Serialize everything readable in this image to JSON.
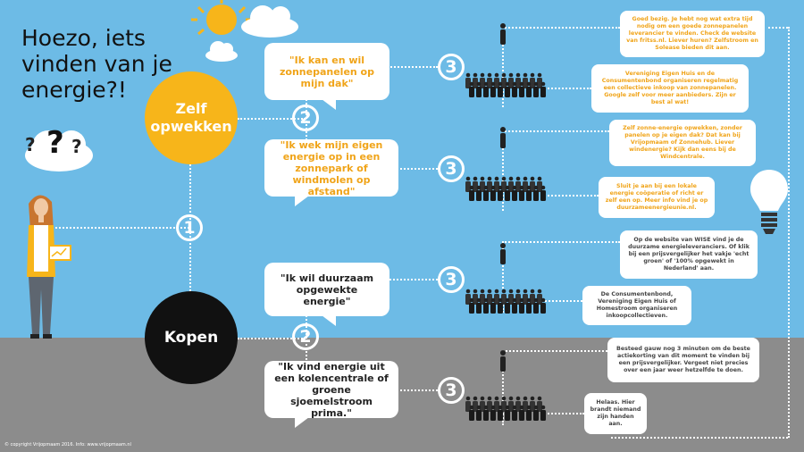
{
  "title": "Hoezo, iets vinden van je energie?!",
  "question_marks": [
    "?",
    "?",
    "?"
  ],
  "branches": {
    "zelf": "Zelf opwekken",
    "kopen": "Kopen"
  },
  "step_numbers": [
    "1",
    "2",
    "3"
  ],
  "statements": [
    "\"Ik kan en wil zonnepanelen op mijn dak\"",
    "\"Ik wek mijn eigen energie op in een zonnepark of windmolen op afstand\"",
    "\"Ik wil duurzaam opgewekte energie\"",
    "\"Ik vind energie uit een kolencentrale of groene sjoemelstroom prima.\""
  ],
  "info_boxes": [
    "Goed bezig. Je hebt nog wat extra tijd nodig om een goede zonnepanelen leverancier te vinden. Check de website van fritss.nl. Liever huren? Zelfstroom en Solease bieden dit aan.",
    "Vereniging Eigen Huis en de Consumentenbond organiseren regelmatig een collectieve inkoop van zonnepanelen. Google zelf voor meer aanbieders. Zijn er best al wat!",
    "Zelf zonne-energie opwekken, zonder panelen op je eigen dak? Dat kan bij Vrijopmaam of Zonnehub. Liever windenergie? Kijk dan eens bij de Windcentrale.",
    "Sluit je aan bij een lokale energie coöperatie of richt er zelf een op. Meer info vind je op duurzameenergieunie.nl.",
    "Op de website van WISE vind je de duurzame energieleveranciers. Of klik bij een prijsvergelijker het vakje 'echt groen' of '100% opgewekt in Nederland' aan.",
    "De Consumentenbond, Vereniging Eigen Huis of Homestroom organiseren inkoopcollectieven.",
    "Besteed gauw nog 3 minuten om de beste actiekorting van dit moment te vinden bij een prijsvergelijker. Vergeet niet precies over een jaar weer hetzelfde te doen.",
    "Helaas. Hier brandt niemand zijn handen aan."
  ],
  "copyright": "© copyright Vrijopmaam 2016. Info: www.vrijopmaam.nl",
  "colors": {
    "sky": "#6dbbe6",
    "ground": "#8c8c8c",
    "sun": "#f7b51a",
    "zelf": "#f7b51a",
    "kopen": "#111111",
    "orange_text": "#f0a419"
  },
  "icons": [
    "sun-icon",
    "cloud-icon",
    "question-cloud-icon",
    "woman-laptop-icon",
    "person-icon",
    "crowd-icon",
    "lightbulb-icon"
  ]
}
